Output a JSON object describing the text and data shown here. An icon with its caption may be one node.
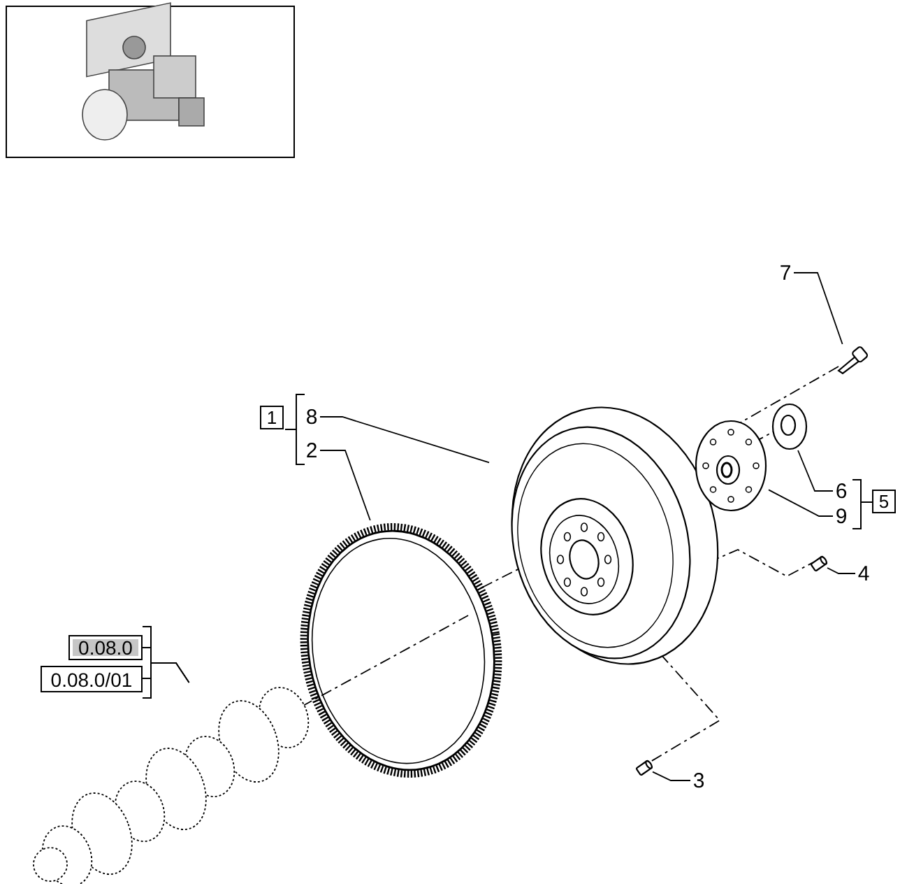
{
  "diagram": {
    "nodes": [
      {
        "text": [
          "1"
        ]
      },
      {
        "text": [
          "8"
        ]
      },
      {
        "text": [
          "2"
        ]
      },
      {
        "text": [
          "7"
        ]
      },
      {
        "text": [
          "6"
        ]
      },
      {
        "text": [
          "9"
        ]
      },
      {
        "text": [
          "5"
        ]
      },
      {
        "text": [
          "4"
        ]
      },
      {
        "text": [
          "0.08.0"
        ]
      },
      {
        "text": [
          "0.08.0/01"
        ]
      },
      {
        "text": [
          "3"
        ]
      },
      {
        "text": [],
        "shape": "picture"
      },
      {
        "text": [],
        "shape": "picture"
      },
      {
        "text": [],
        "shape": "picture"
      },
      {
        "text": [],
        "shape": "picture"
      },
      {
        "text": [],
        "shape": "picture"
      },
      {
        "text": [],
        "shape": "cylinder"
      },
      {
        "text": [],
        "shape": "cylinder"
      },
      {
        "text": [],
        "shape": "picture"
      }
    ],
    "edges": [
      {
        "from": 1,
        "to": 12,
        "arrow": "none"
      },
      {
        "from": 2,
        "to": 11,
        "arrow": "none"
      },
      {
        "from": 3,
        "to": 13,
        "arrow": "none"
      },
      {
        "from": 4,
        "to": 14,
        "arrow": "none"
      },
      {
        "from": 5,
        "to": 15,
        "arrow": "none"
      },
      {
        "from": 7,
        "to": 16,
        "arrow": "none"
      },
      {
        "from": 8,
        "to": 18,
        "arrow": "none"
      },
      {
        "from": 9,
        "to": 18,
        "arrow": "none"
      },
      {
        "from": 10,
        "to": 17,
        "arrow": "none"
      },
      {
        "from": 13,
        "to": 15,
        "arrow": "none",
        "style": "dashed"
      },
      {
        "from": 14,
        "to": 15,
        "arrow": "none",
        "style": "dashed"
      },
      {
        "from": 12,
        "to": 16,
        "arrow": "none",
        "style": "dashed"
      },
      {
        "from": 12,
        "to": 17,
        "arrow": "none",
        "style": "dashed"
      },
      {
        "from": 11,
        "to": 12,
        "arrow": "none",
        "style": "dashed"
      },
      {
        "from": 18,
        "to": 11,
        "arrow": "none",
        "style": "dashed"
      }
    ]
  }
}
